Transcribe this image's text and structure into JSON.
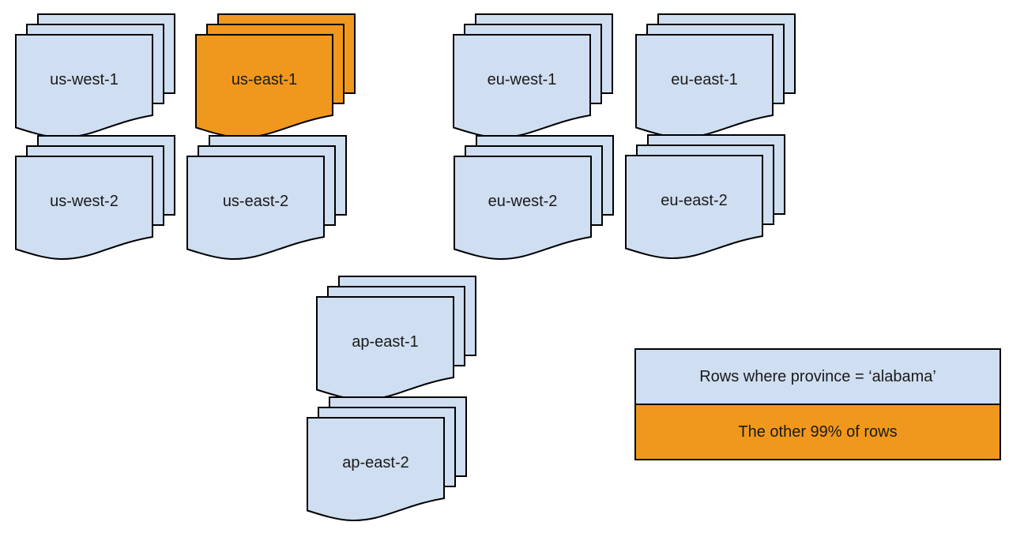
{
  "diagram": {
    "background": "#ffffff",
    "colors": {
      "region_fill": "#cfdef1",
      "highlight_fill": "#f0981d",
      "stroke": "#000000",
      "text": "#1a1a1a"
    },
    "stacks": [
      {
        "label": "us-west-1",
        "highlighted": false
      },
      {
        "label": "us-east-1",
        "highlighted": true
      },
      {
        "label": "eu-west-1",
        "highlighted": false
      },
      {
        "label": "eu-east-1",
        "highlighted": false
      },
      {
        "label": "us-west-2",
        "highlighted": false
      },
      {
        "label": "us-east-2",
        "highlighted": false
      },
      {
        "label": "eu-west-2",
        "highlighted": false
      },
      {
        "label": "eu-east-2",
        "highlighted": false
      },
      {
        "label": "ap-east-1",
        "highlighted": false
      },
      {
        "label": "ap-east-2",
        "highlighted": false
      }
    ],
    "legend": {
      "items": [
        {
          "label": "Rows where province = ‘alabama’",
          "fill": "#cfdef1"
        },
        {
          "label": "The other 99% of rows",
          "fill": "#f0981d"
        }
      ]
    }
  }
}
